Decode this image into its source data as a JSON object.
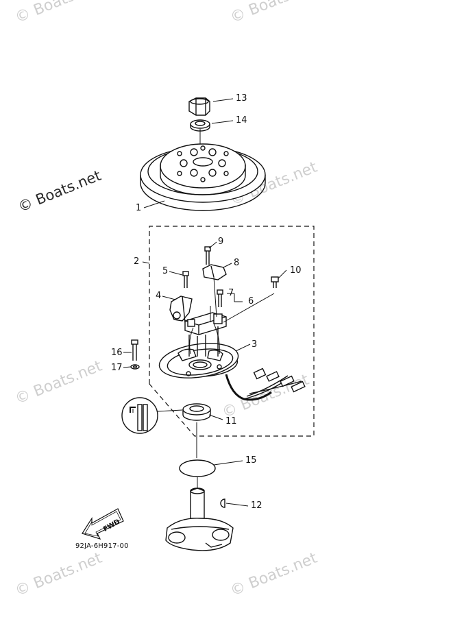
{
  "watermarks": {
    "faded": "© Boats.net",
    "main": "© Boats.net"
  },
  "callouts": {
    "c1": "1",
    "c2": "2",
    "c3": "3",
    "c4": "4",
    "c5": "5",
    "c6": "6",
    "c7": "7",
    "c8": "8",
    "c9": "9",
    "c10": "10",
    "c11": "11",
    "c12": "12",
    "c13": "13",
    "c14": "14",
    "c15": "15",
    "c16": "16",
    "c17": "17"
  },
  "fwd_label": "FWD",
  "part_code": "92JA-6H917-00"
}
